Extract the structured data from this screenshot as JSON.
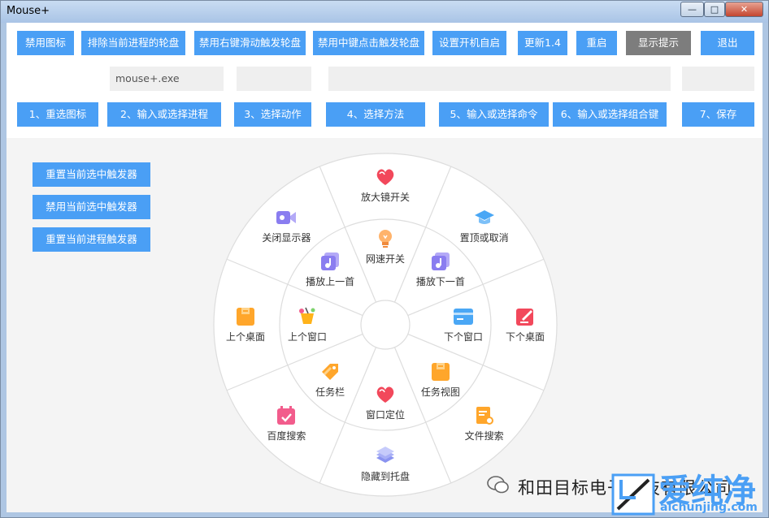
{
  "window": {
    "title": "Mouse+",
    "min_label": "—",
    "max_label": "□",
    "close_label": "✕"
  },
  "toolbar": {
    "row1": [
      "禁用图标",
      "排除当前进程的轮盘",
      "禁用右键滑动触发轮盘",
      "禁用中键点击触发轮盘",
      "设置开机自启",
      "更新1.4",
      "重启",
      "显示提示",
      "退出"
    ],
    "process_value": "mouse+.exe",
    "steps": [
      "1、重选图标",
      "2、输入或选择进程",
      "3、选择动作",
      "4、选择方法",
      "5、输入或选择命令",
      "6、输入或选择组合键",
      "7、保存"
    ]
  },
  "left_buttons": [
    "重置当前选中触发器",
    "禁用当前选中触发器",
    "重置当前进程触发器"
  ],
  "wheel": {
    "outer": [
      "放大镜开关",
      "置顶或取消",
      "下个桌面",
      "文件搜索",
      "隐藏到托盘",
      "百度搜索",
      "上个桌面",
      "关闭显示器"
    ],
    "inner": [
      "网速开关",
      "播放下一首",
      "下个窗口",
      "任务视图",
      "窗口定位",
      "任务栏",
      "上个窗口",
      "播放上一首"
    ],
    "outer_icons": [
      "heart-icon",
      "graduation-cap-icon",
      "edit-icon",
      "file-search-icon",
      "layers-icon",
      "calendar-check-icon",
      "folder-icon",
      "video-camera-icon"
    ],
    "inner_icons": [
      "lightbulb-icon",
      "music-icon",
      "window-card-icon",
      "folder-icon",
      "heart-icon",
      "tag-icon",
      "drink-icon",
      "music-icon"
    ]
  },
  "watermark": {
    "text": "和田目标电子科技有限公司",
    "cn": "爱纯净",
    "url": "aichunjing.com"
  },
  "colors": {
    "button_blue": "#4a9ff5",
    "button_gray": "#7d7d7d",
    "red": "#f2485b",
    "orange": "#ffa62b",
    "purple": "#8a7df0",
    "blue_icon": "#4aa7f5",
    "pink": "#f25c8c"
  }
}
